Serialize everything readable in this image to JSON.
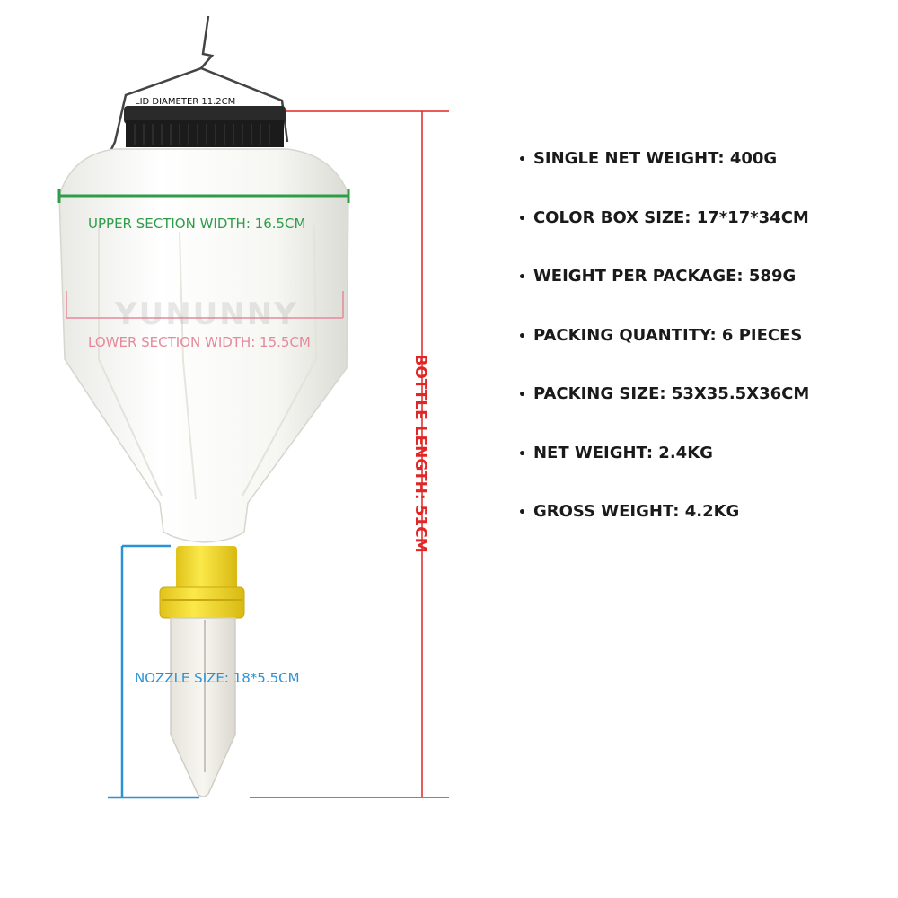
{
  "labels": {
    "lid": "LID DIAMETER 11.2CM",
    "upper": "UPPER SECTION WIDTH: 16.5CM",
    "lower": "LOWER SECTION WIDTH: 15.5CM",
    "nozzle": "NOZZLE SIZE: 18*5.5CM",
    "bottle_length": "BOTTLE LENGTH: 51CM"
  },
  "watermark": "YUNUNNY",
  "specs": [
    "SINGLE NET WEIGHT: 400G",
    "COLOR BOX SIZE: 17*17*34CM",
    "WEIGHT PER PACKAGE: 589G",
    "PACKING QUANTITY: 6 PIECES",
    "PACKING SIZE: 53X35.5X36CM",
    "NET WEIGHT: 2.4KG",
    "GROSS WEIGHT: 4.2KG"
  ],
  "bullet": "•",
  "colors": {
    "upper_dimension": "#2e9d4a",
    "lower_dimension": "#e7889b",
    "nozzle_dimension": "#2a93d5",
    "bottle_length": "#e02626",
    "cap": "#f3dc2c",
    "lid": "#1b1b1b"
  }
}
